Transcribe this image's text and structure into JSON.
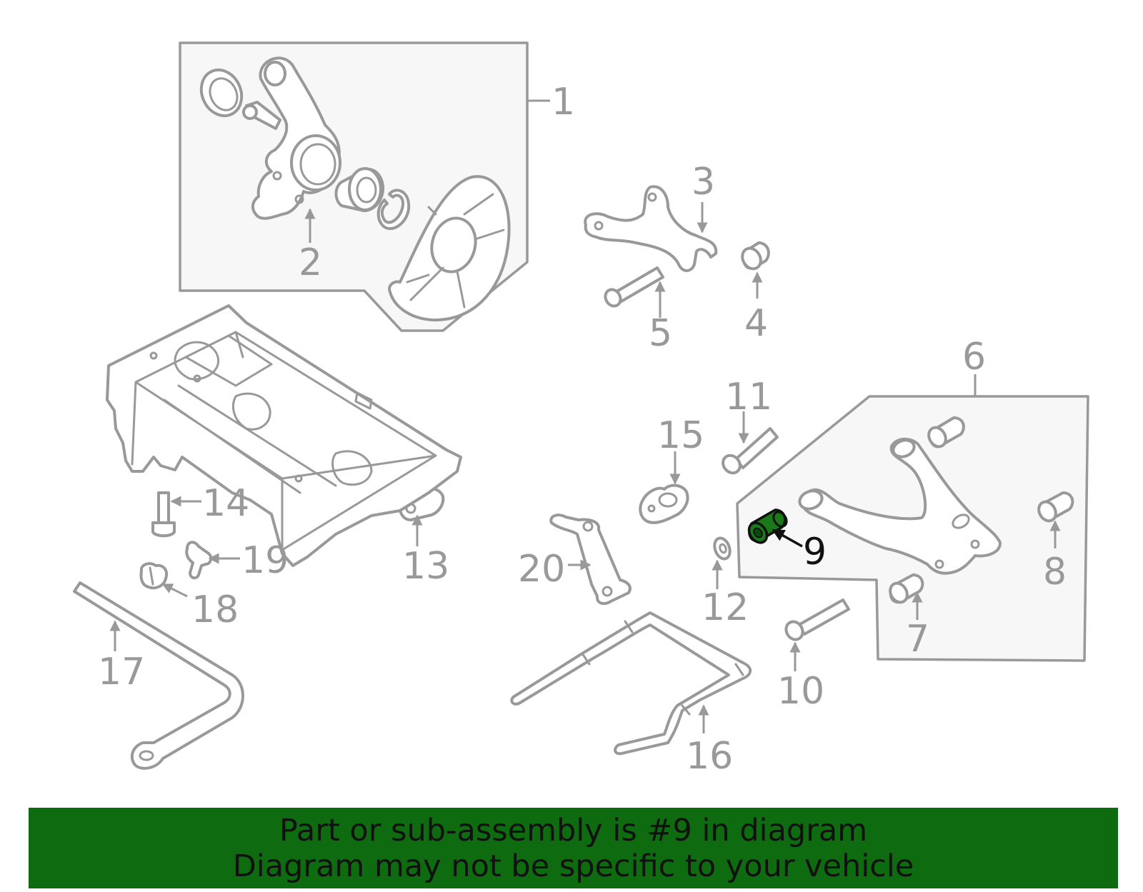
{
  "colors": {
    "line": "#999999",
    "highlight_part": "#1a7a1a",
    "highlight_text": "#111111",
    "banner_bg": "#0f6b0f",
    "banner_text": "#111111"
  },
  "highlighted_part": "9",
  "callouts": {
    "c1": "1",
    "c2": "2",
    "c3": "3",
    "c4": "4",
    "c5": "5",
    "c6": "6",
    "c7": "7",
    "c8": "8",
    "c9": "9",
    "c10": "10",
    "c11": "11",
    "c12": "12",
    "c13": "13",
    "c14": "14",
    "c15": "15",
    "c16": "16",
    "c17": "17",
    "c18": "18",
    "c19": "19",
    "c20": "20"
  },
  "banner": {
    "line1": "Part or sub-assembly is #9 in diagram",
    "line2": "Diagram may not be specific to your vehicle"
  }
}
